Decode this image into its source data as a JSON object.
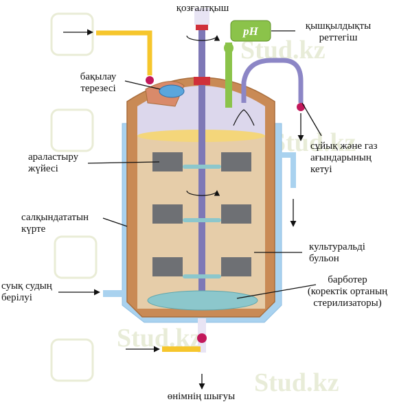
{
  "labels": {
    "motor": "қозғалтқыш",
    "ph_regulator": [
      "қышқылдықты",
      "реттегіш"
    ],
    "ph_symbol": "pH",
    "viewing_window": [
      "бақылау",
      "терезесі"
    ],
    "mixing_system": [
      "араластыру",
      "жүйесі"
    ],
    "liquid_gas_outlet": [
      "сұйық және газ",
      "ағындарының",
      "кетуі"
    ],
    "cooling_jacket": [
      "салқындататын",
      "күрте"
    ],
    "culture_broth": [
      "культуральді",
      "бульон"
    ],
    "cold_water_inlet": [
      "суық судың",
      "берілуі"
    ],
    "sparger": [
      "барботер",
      "(коректік ортаның",
      "стерилизаторы)"
    ],
    "product_outlet": "өнімнің шығуы"
  },
  "watermark": "Stud.kz",
  "colors": {
    "jacket": "#c98a55",
    "broth": "#e6cda9",
    "dome": "#dcd7ec",
    "cooling_water": "#a9d2ef",
    "inlet_pipe": "#f6c62c",
    "shaft": "#7e78b6",
    "impeller": "#6e7074",
    "disc": "#8cc7cc",
    "ph_probe": "#8bc34a",
    "valve": "#c2185b",
    "motor": "#b0a6cf"
  }
}
